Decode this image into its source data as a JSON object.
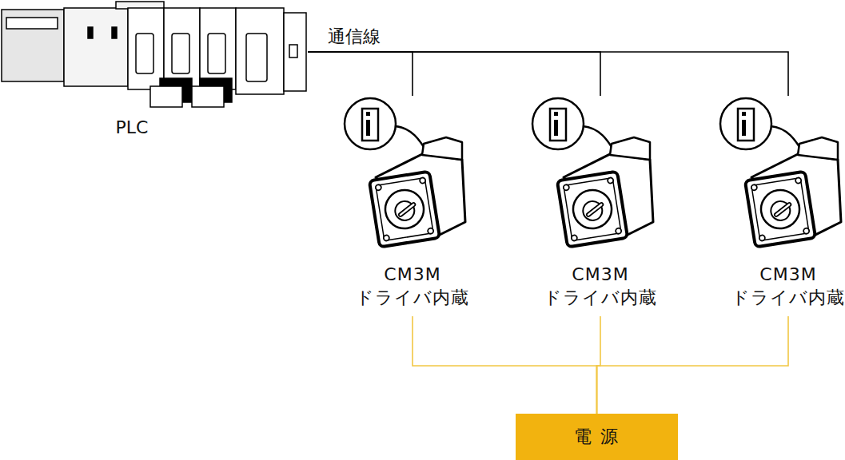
{
  "diagram": {
    "nodes": [
      {
        "text": [
          "PLC"
        ]
      },
      {
        "text": [
          "CM3M ドライバ内蔵"
        ]
      },
      {
        "text": [
          "CM3M ドライバ内蔵"
        ]
      },
      {
        "text": [
          "CM3M ドライバ内蔵"
        ]
      },
      {
        "text": [
          "電 源"
        ]
      }
    ],
    "edges": [
      {
        "from": 0,
        "to": 1,
        "arrow": "none",
        "label": "通信線"
      },
      {
        "from": 0,
        "to": 2,
        "arrow": "none"
      },
      {
        "from": 0,
        "to": 3,
        "arrow": "none"
      },
      {
        "from": 4,
        "to": 1,
        "arrow": "none"
      },
      {
        "from": 4,
        "to": 2,
        "arrow": "none"
      },
      {
        "from": 4,
        "to": 3,
        "arrow": "none"
      }
    ]
  }
}
